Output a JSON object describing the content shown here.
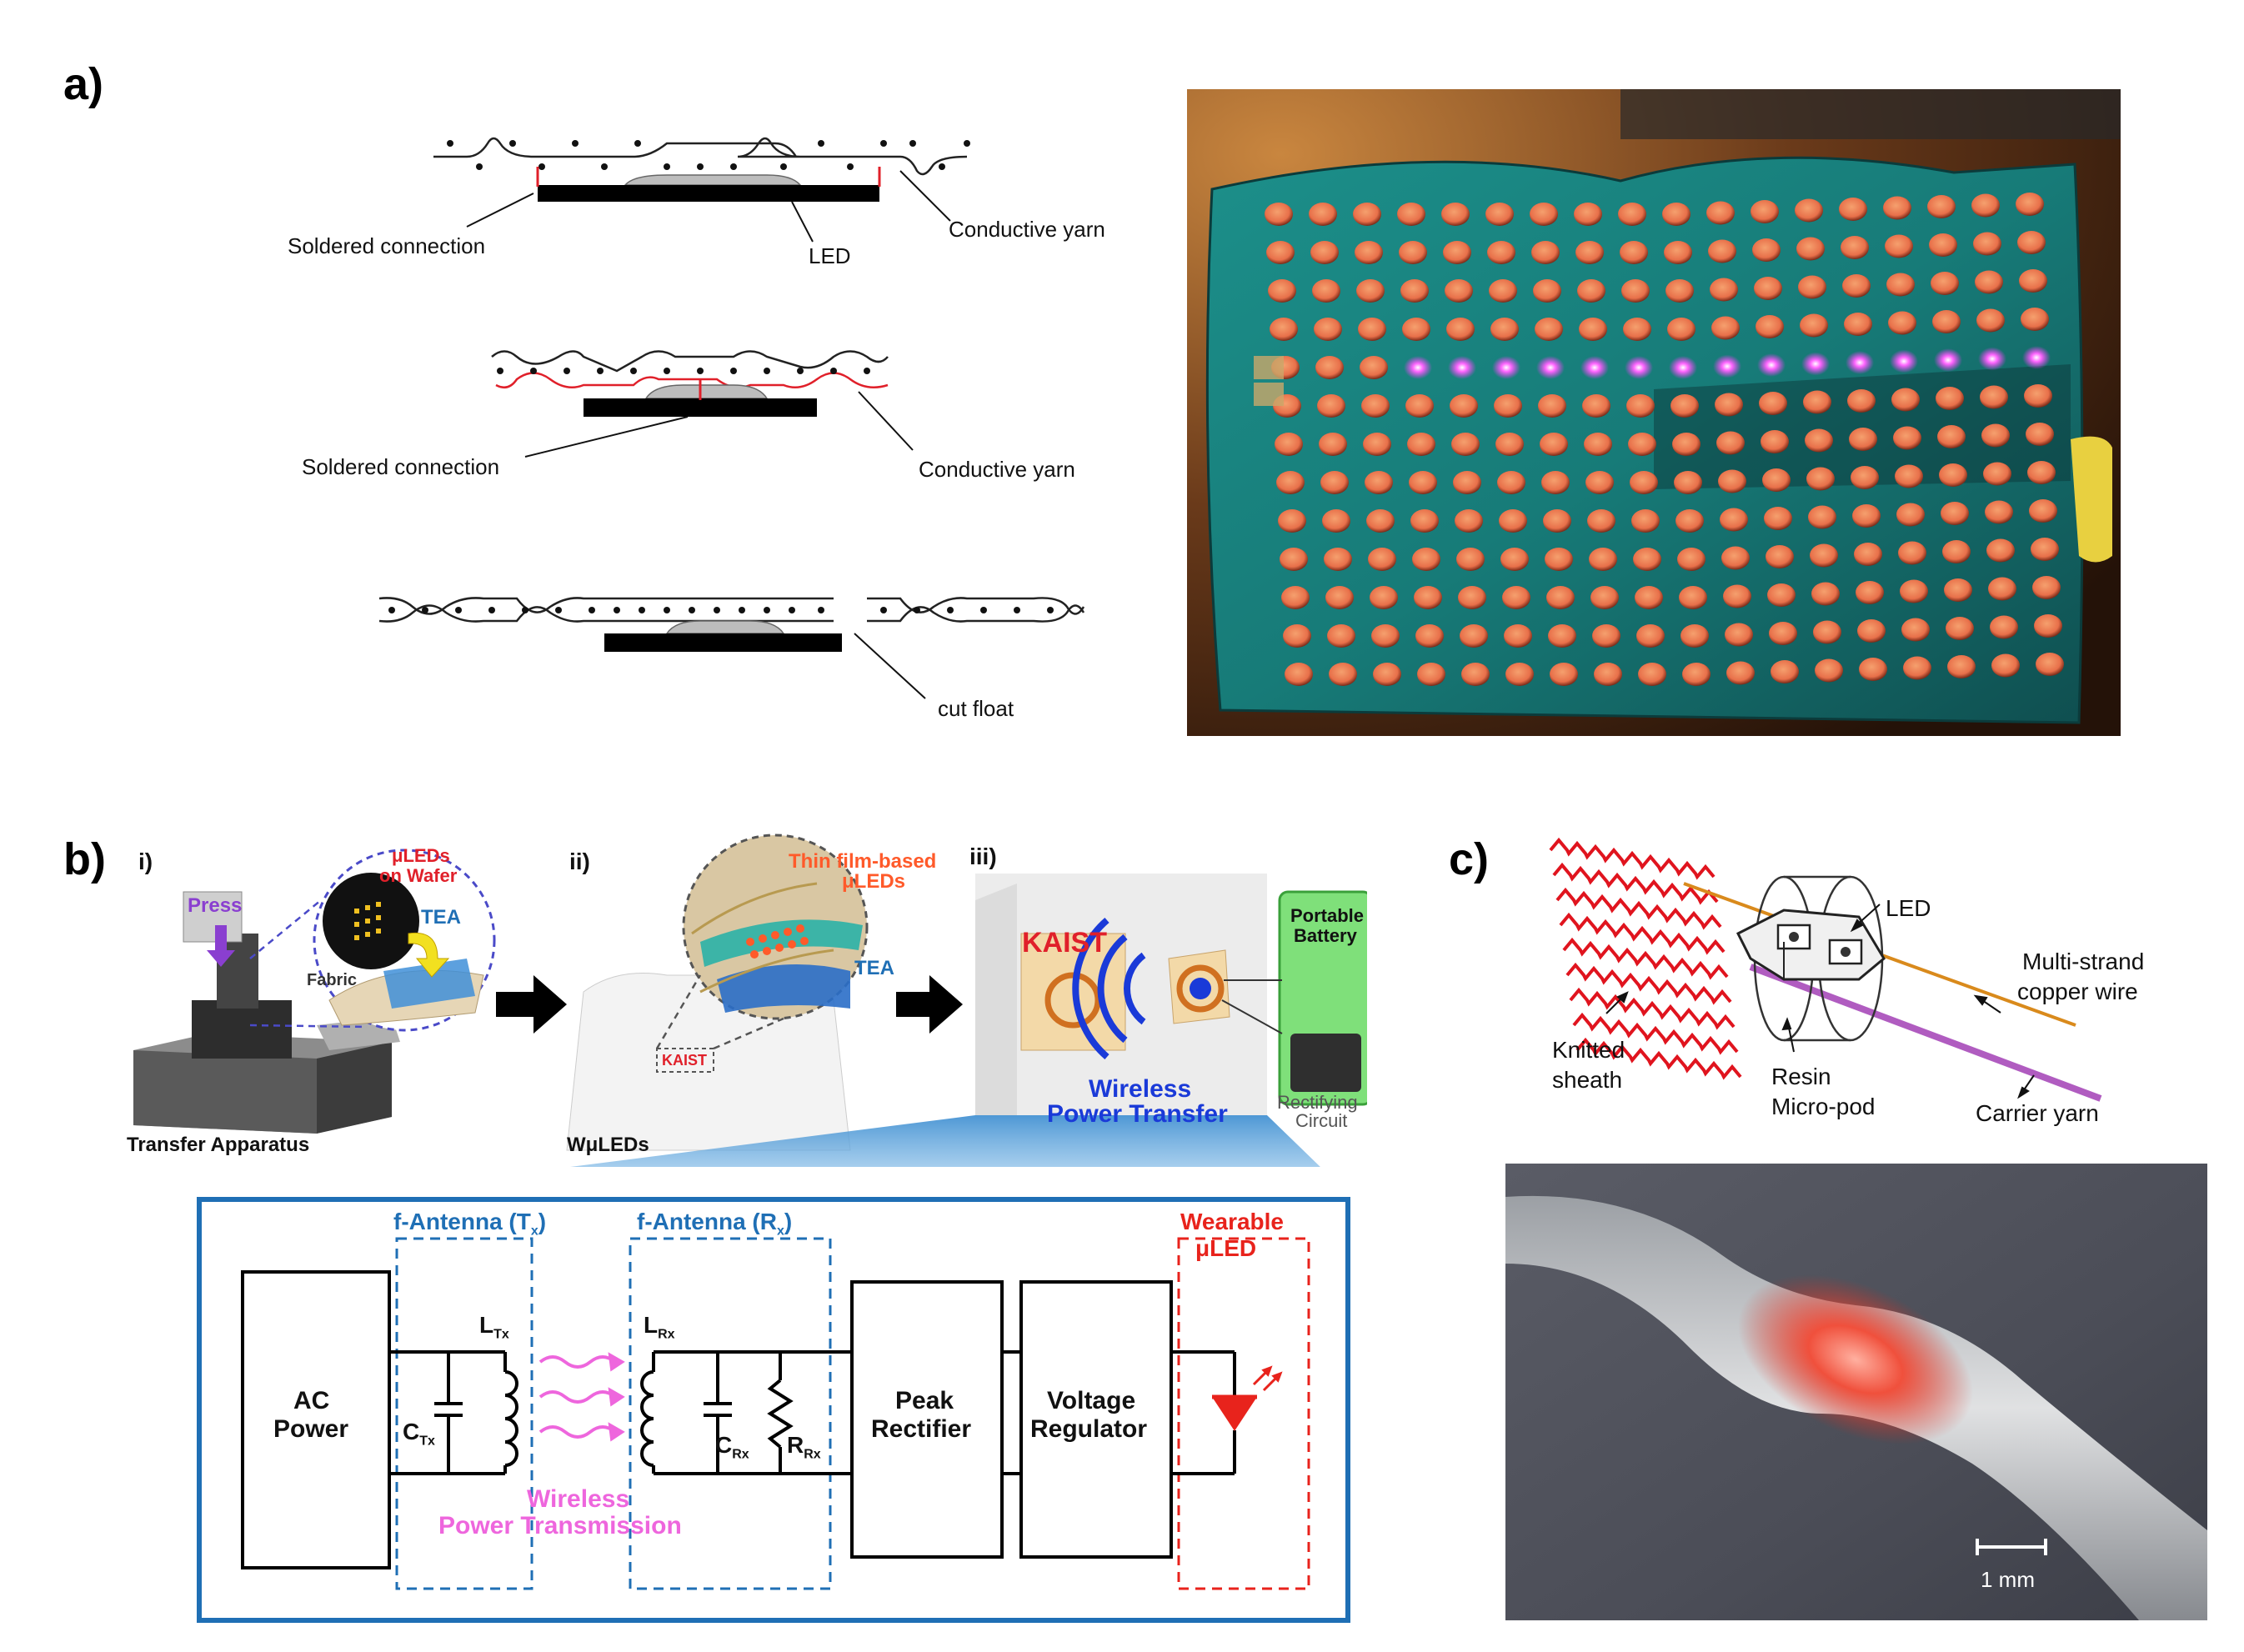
{
  "panels": {
    "a": "a)",
    "b": "b)",
    "c": "c)"
  },
  "panel_a": {
    "diagram1": {
      "soldered_connection": "Soldered connection",
      "led": "LED",
      "conductive_yarn": "Conductive yarn"
    },
    "diagram2": {
      "soldered_connection": "Soldered connection",
      "conductive_yarn": "Conductive yarn"
    },
    "diagram3": {
      "cut_float": "cut float"
    }
  },
  "panel_b": {
    "step_i": "i)",
    "step_ii": "ii)",
    "step_iii": "iii)",
    "press": "Press",
    "uleds_on_wafer_1": "μLEDs",
    "uleds_on_wafer_2": "on Wafer",
    "tea_1": "TEA",
    "fabric": "Fabric",
    "transfer_apparatus": "Transfer Apparatus",
    "thin_film_1": "Thin film-based",
    "thin_film_2": "μLEDs",
    "tea_2": "TEA",
    "kaist_small": "KAIST",
    "wuleds": "WμLEDs",
    "kaist_big": "KAIST",
    "portable_battery_1": "Portable",
    "portable_battery_2": "Battery",
    "wireless_1": "Wireless",
    "wireless_2": "Power Transfer",
    "rectifying_1": "Rectifying",
    "rectifying_2": "Circuit",
    "circuit": {
      "antenna_tx": "f-Antenna (T",
      "antenna_tx_sub": "x",
      "antenna_rx": "f-Antenna (R",
      "antenna_rx_sub": "x",
      "wearable_1": "Wearable",
      "wearable_2": "μLED",
      "ac_power_1": "AC",
      "ac_power_2": "Power",
      "l_tx": "L",
      "l_tx_sub": "Tx",
      "c_tx": "C",
      "c_tx_sub": "Tx",
      "l_rx": "L",
      "l_rx_sub": "Rx",
      "c_rx": "C",
      "c_rx_sub": "Rx",
      "r_rx": "R",
      "r_rx_sub": "Rx",
      "wpt_1": "Wireless",
      "wpt_2": "Power Transmission",
      "peak_1": "Peak",
      "peak_2": "Rectifier",
      "voltage_1": "Voltage",
      "voltage_2": "Regulator"
    }
  },
  "panel_c": {
    "led": "LED",
    "multi_strand_1": "Multi-strand",
    "multi_strand_2": "copper wire",
    "knitted_1": "Knitted",
    "knitted_2": "sheath",
    "resin_1": "Resin",
    "resin_2": "Micro-pod",
    "carrier_yarn": "Carrier yarn",
    "scale_bar": "1 mm"
  },
  "colors": {
    "black": "#000000",
    "red_wire": "#e0202a",
    "circuit_blue": "#1f6fb5",
    "pink": "#ee66dd",
    "led_red": "#e8231c",
    "knit_red": "#e0141e",
    "copper": "#d98a1c",
    "carrier_purple": "#b05cc0"
  }
}
